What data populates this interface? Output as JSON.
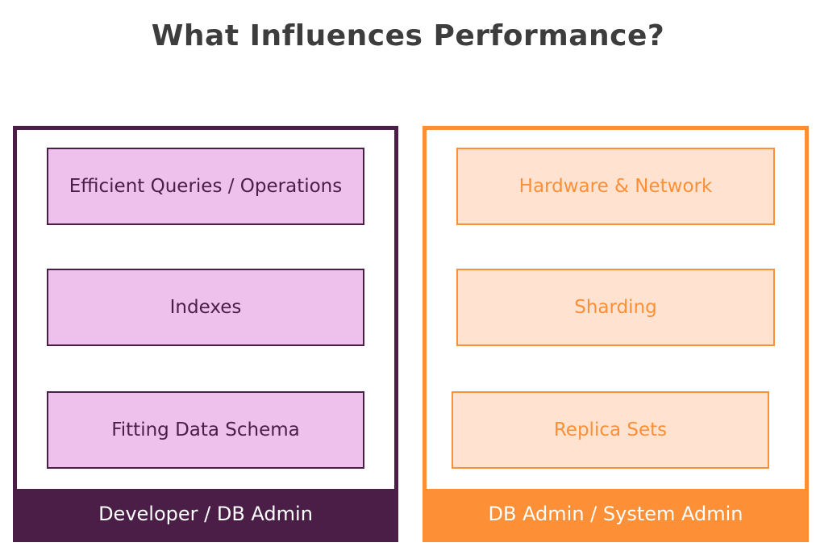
{
  "title": "What Influences Performance?",
  "left_panel": {
    "color": "#4a1e47",
    "items": [
      {
        "label": "Efficient Queries / Operations"
      },
      {
        "label": "Indexes"
      },
      {
        "label": "Fitting Data Schema"
      }
    ],
    "footer": "Developer / DB Admin"
  },
  "right_panel": {
    "color": "#fd8f36",
    "items": [
      {
        "label": "Hardware & Network"
      },
      {
        "label": "Sharding"
      },
      {
        "label": "Replica Sets"
      }
    ],
    "footer": "DB Admin / System Admin"
  }
}
